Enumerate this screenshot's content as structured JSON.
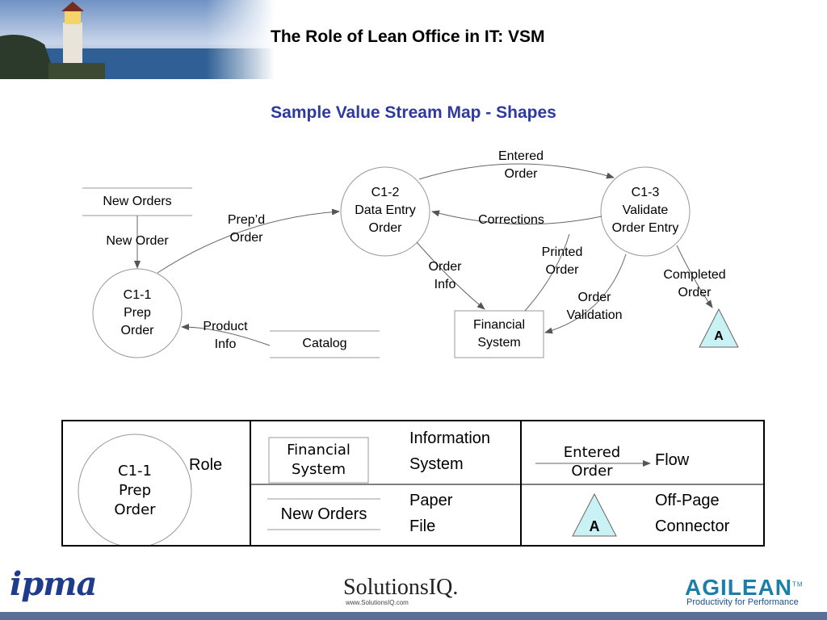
{
  "header": {
    "title": "The Role of Lean Office in IT:  VSM"
  },
  "subtitle": "Sample Value Stream Map - Shapes",
  "diagram": {
    "nodes": {
      "c1_1": [
        "C1-1",
        "Prep",
        "Order"
      ],
      "c1_2": [
        "C1-2",
        "Data Entry",
        "Order"
      ],
      "c1_3": [
        "C1-3",
        "Validate",
        "Order Entry"
      ],
      "financial_system": [
        "Financial",
        "System"
      ],
      "new_orders_file": "New Orders",
      "catalog_file": "Catalog",
      "connector": "A"
    },
    "edge_labels": {
      "new_order": "New Order",
      "prepd_order": [
        "Prep’d",
        "Order"
      ],
      "entered_order": [
        "Entered",
        "Order"
      ],
      "corrections": "Corrections",
      "order_info": [
        "Order",
        "Info"
      ],
      "printed_order": [
        "Printed",
        "Order"
      ],
      "order_validation": [
        "Order",
        "Validation"
      ],
      "completed_order": [
        "Completed",
        "Order"
      ],
      "product_info": [
        "Product",
        "Info"
      ]
    }
  },
  "legend": {
    "role_shape": [
      "C1-1",
      "Prep",
      "Order"
    ],
    "role_label": "Role",
    "system_shape": [
      "Financial",
      "System"
    ],
    "system_label": [
      "Information",
      "System"
    ],
    "flow_shape": [
      "Entered",
      "Order"
    ],
    "flow_label": "Flow",
    "file_shape": "New Orders",
    "file_label": [
      "Paper",
      "File"
    ],
    "connector_shape": "A",
    "connector_label": [
      "Off-Page",
      "Connector"
    ]
  },
  "footer": {
    "ipma": "ipma",
    "solutionsiq": "SolutionsIQ.",
    "solutionsiq_url": "www.SolutionsIQ.com",
    "agilean": "AGILEAN",
    "agilean_tm": "TM",
    "agilean_tagline": "Productivity for Performance"
  }
}
